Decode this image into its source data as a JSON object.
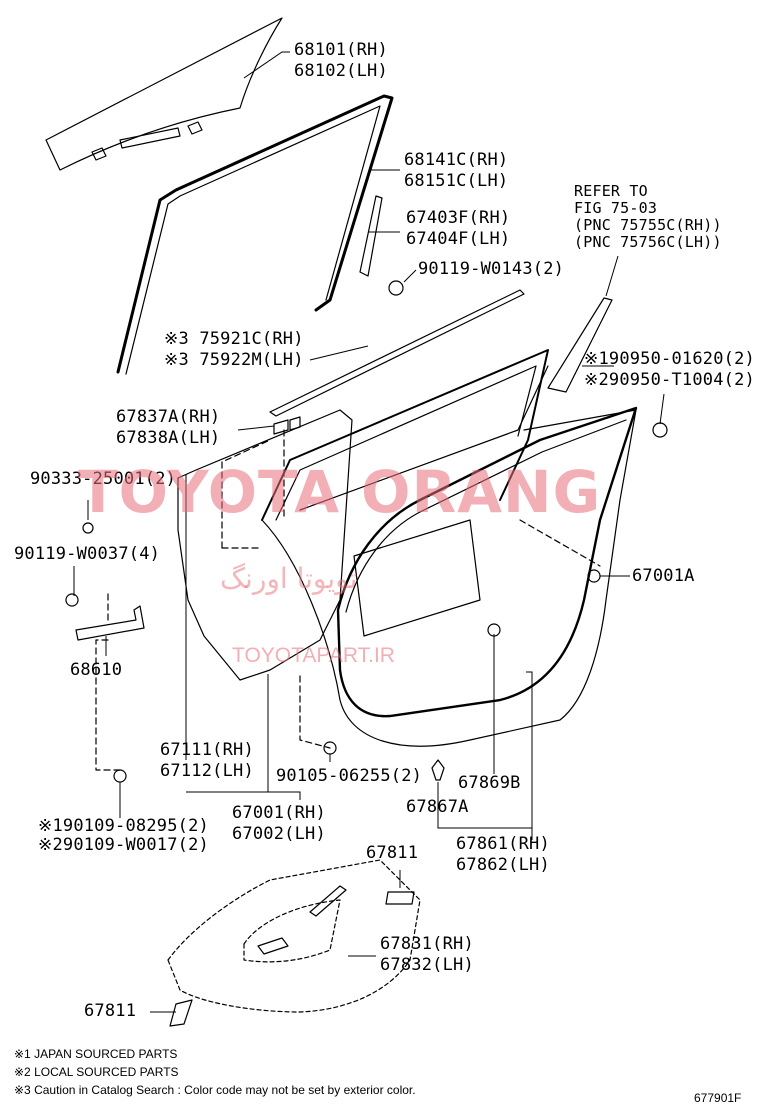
{
  "colors": {
    "line": "#000000",
    "watermark": "#e86e78"
  },
  "labels": {
    "glass": [
      "68101(RH)",
      "68102(LH)"
    ],
    "run": [
      "68141C(RH)",
      "68151C(LH)"
    ],
    "frame_mold": [
      "67403F(RH)",
      "67404F(LH)"
    ],
    "screw_0143": "90119-W0143(2)",
    "refer": [
      "REFER TO",
      "FIG 75-03",
      "(PNC 75755C(RH))",
      "(PNC 75756C(LH))"
    ],
    "belt_mold": [
      "※3 75921C(RH)",
      "※3 75922M(LH)"
    ],
    "clip_01620": "※190950-01620(2)",
    "clip_T1004": "※290950-T1004(2)",
    "cushion": [
      "67837A(RH)",
      "67838A(LH)"
    ],
    "plug": "90333-25001(2)",
    "bolt_0037": "90119-W0037(4)",
    "check": "68610",
    "weatherstrip": "67001A",
    "panel": [
      "67111(RH)",
      "67112(LH)"
    ],
    "bolt_06255": "90105-06255(2)",
    "door": [
      "67001(RH)",
      "67002(LH)"
    ],
    "bolt_08295": "※190109-08295(2)",
    "bolt_W0017": "※290109-W0017(2)",
    "seal_869": "67869B",
    "clip_867": "67867A",
    "door_ws": [
      "67861(RH)",
      "67862(LH)"
    ],
    "tape_top": "67811",
    "hole_cover": [
      "67831(RH)",
      "67832(LH)"
    ],
    "tape_bottom": "67811",
    "figure_no": "677901F"
  },
  "notes": [
    "※1 JAPAN SOURCED PARTS",
    "※2 LOCAL SOURCED PARTS",
    "※3 Caution in Catalog Search : Color code may not be set by exterior color."
  ],
  "watermark": {
    "main": "TOYOTA ORANG",
    "persian": "تویوتا اورنگ",
    "site": "TOYOTAPART.IR"
  }
}
